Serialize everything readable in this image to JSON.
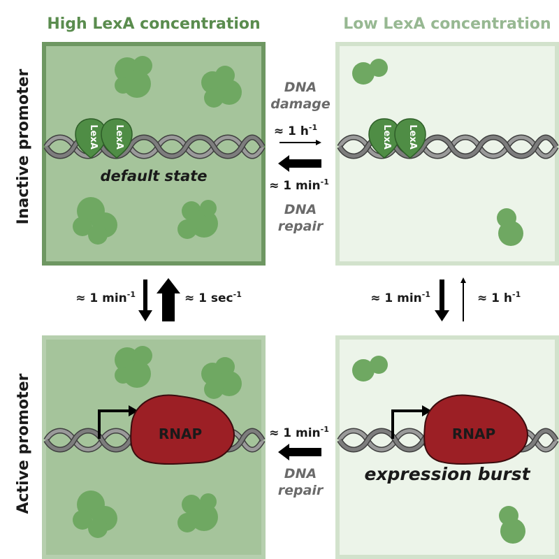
{
  "colors": {
    "header_high": "#5a8c4e",
    "header_low": "#97b892",
    "high_fill": "#a5c49b",
    "high_border": "#6e9762",
    "low_fill": "#ecf4e9",
    "low_border": "#d2e2cc",
    "blob": "#6fa862",
    "lexa": "#4f8d45",
    "lexa_stroke": "#2e5e28",
    "rnap": "#9c1f25",
    "rnap_stroke": "#3a0c0e",
    "dna": "#7d7d7d",
    "dna_dark": "#444444",
    "grey_text": "#6a6a6a",
    "dark_text": "#1a1a1a"
  },
  "headers": {
    "high": "High LexA concentration",
    "low": "Low LexA concentration"
  },
  "row_labels": {
    "inactive": "Inactive promoter",
    "active": "Active promoter"
  },
  "panels": {
    "inactive_high": {
      "lexa_labels": [
        "LexA",
        "LexA"
      ],
      "caption": "default state"
    },
    "inactive_low": {
      "lexa_labels": [
        "LexA",
        "LexA"
      ]
    },
    "active_high": {
      "rnap_label": "RNAP"
    },
    "active_low": {
      "rnap_label": "RNAP",
      "caption": "expression burst"
    }
  },
  "transitions": {
    "top": {
      "upper_label_line1": "DNA",
      "upper_label_line2": "damage",
      "forward_rate": "≈ 1 h",
      "forward_rate_exp": "-1",
      "backward_rate": "≈ 1 min",
      "backward_rate_exp": "-1",
      "lower_label_line1": "DNA",
      "lower_label_line2": "repair"
    },
    "left": {
      "down_rate": "≈ 1 min",
      "down_rate_exp": "-1",
      "up_rate": "≈ 1 sec",
      "up_rate_exp": "-1"
    },
    "right": {
      "down_rate": "≈ 1 min",
      "down_rate_exp": "-1",
      "up_rate": "≈ 1 h",
      "up_rate_exp": "-1"
    },
    "bottom": {
      "rate": "≈ 1 min",
      "rate_exp": "-1",
      "label_line1": "DNA",
      "label_line2": "repair"
    }
  }
}
